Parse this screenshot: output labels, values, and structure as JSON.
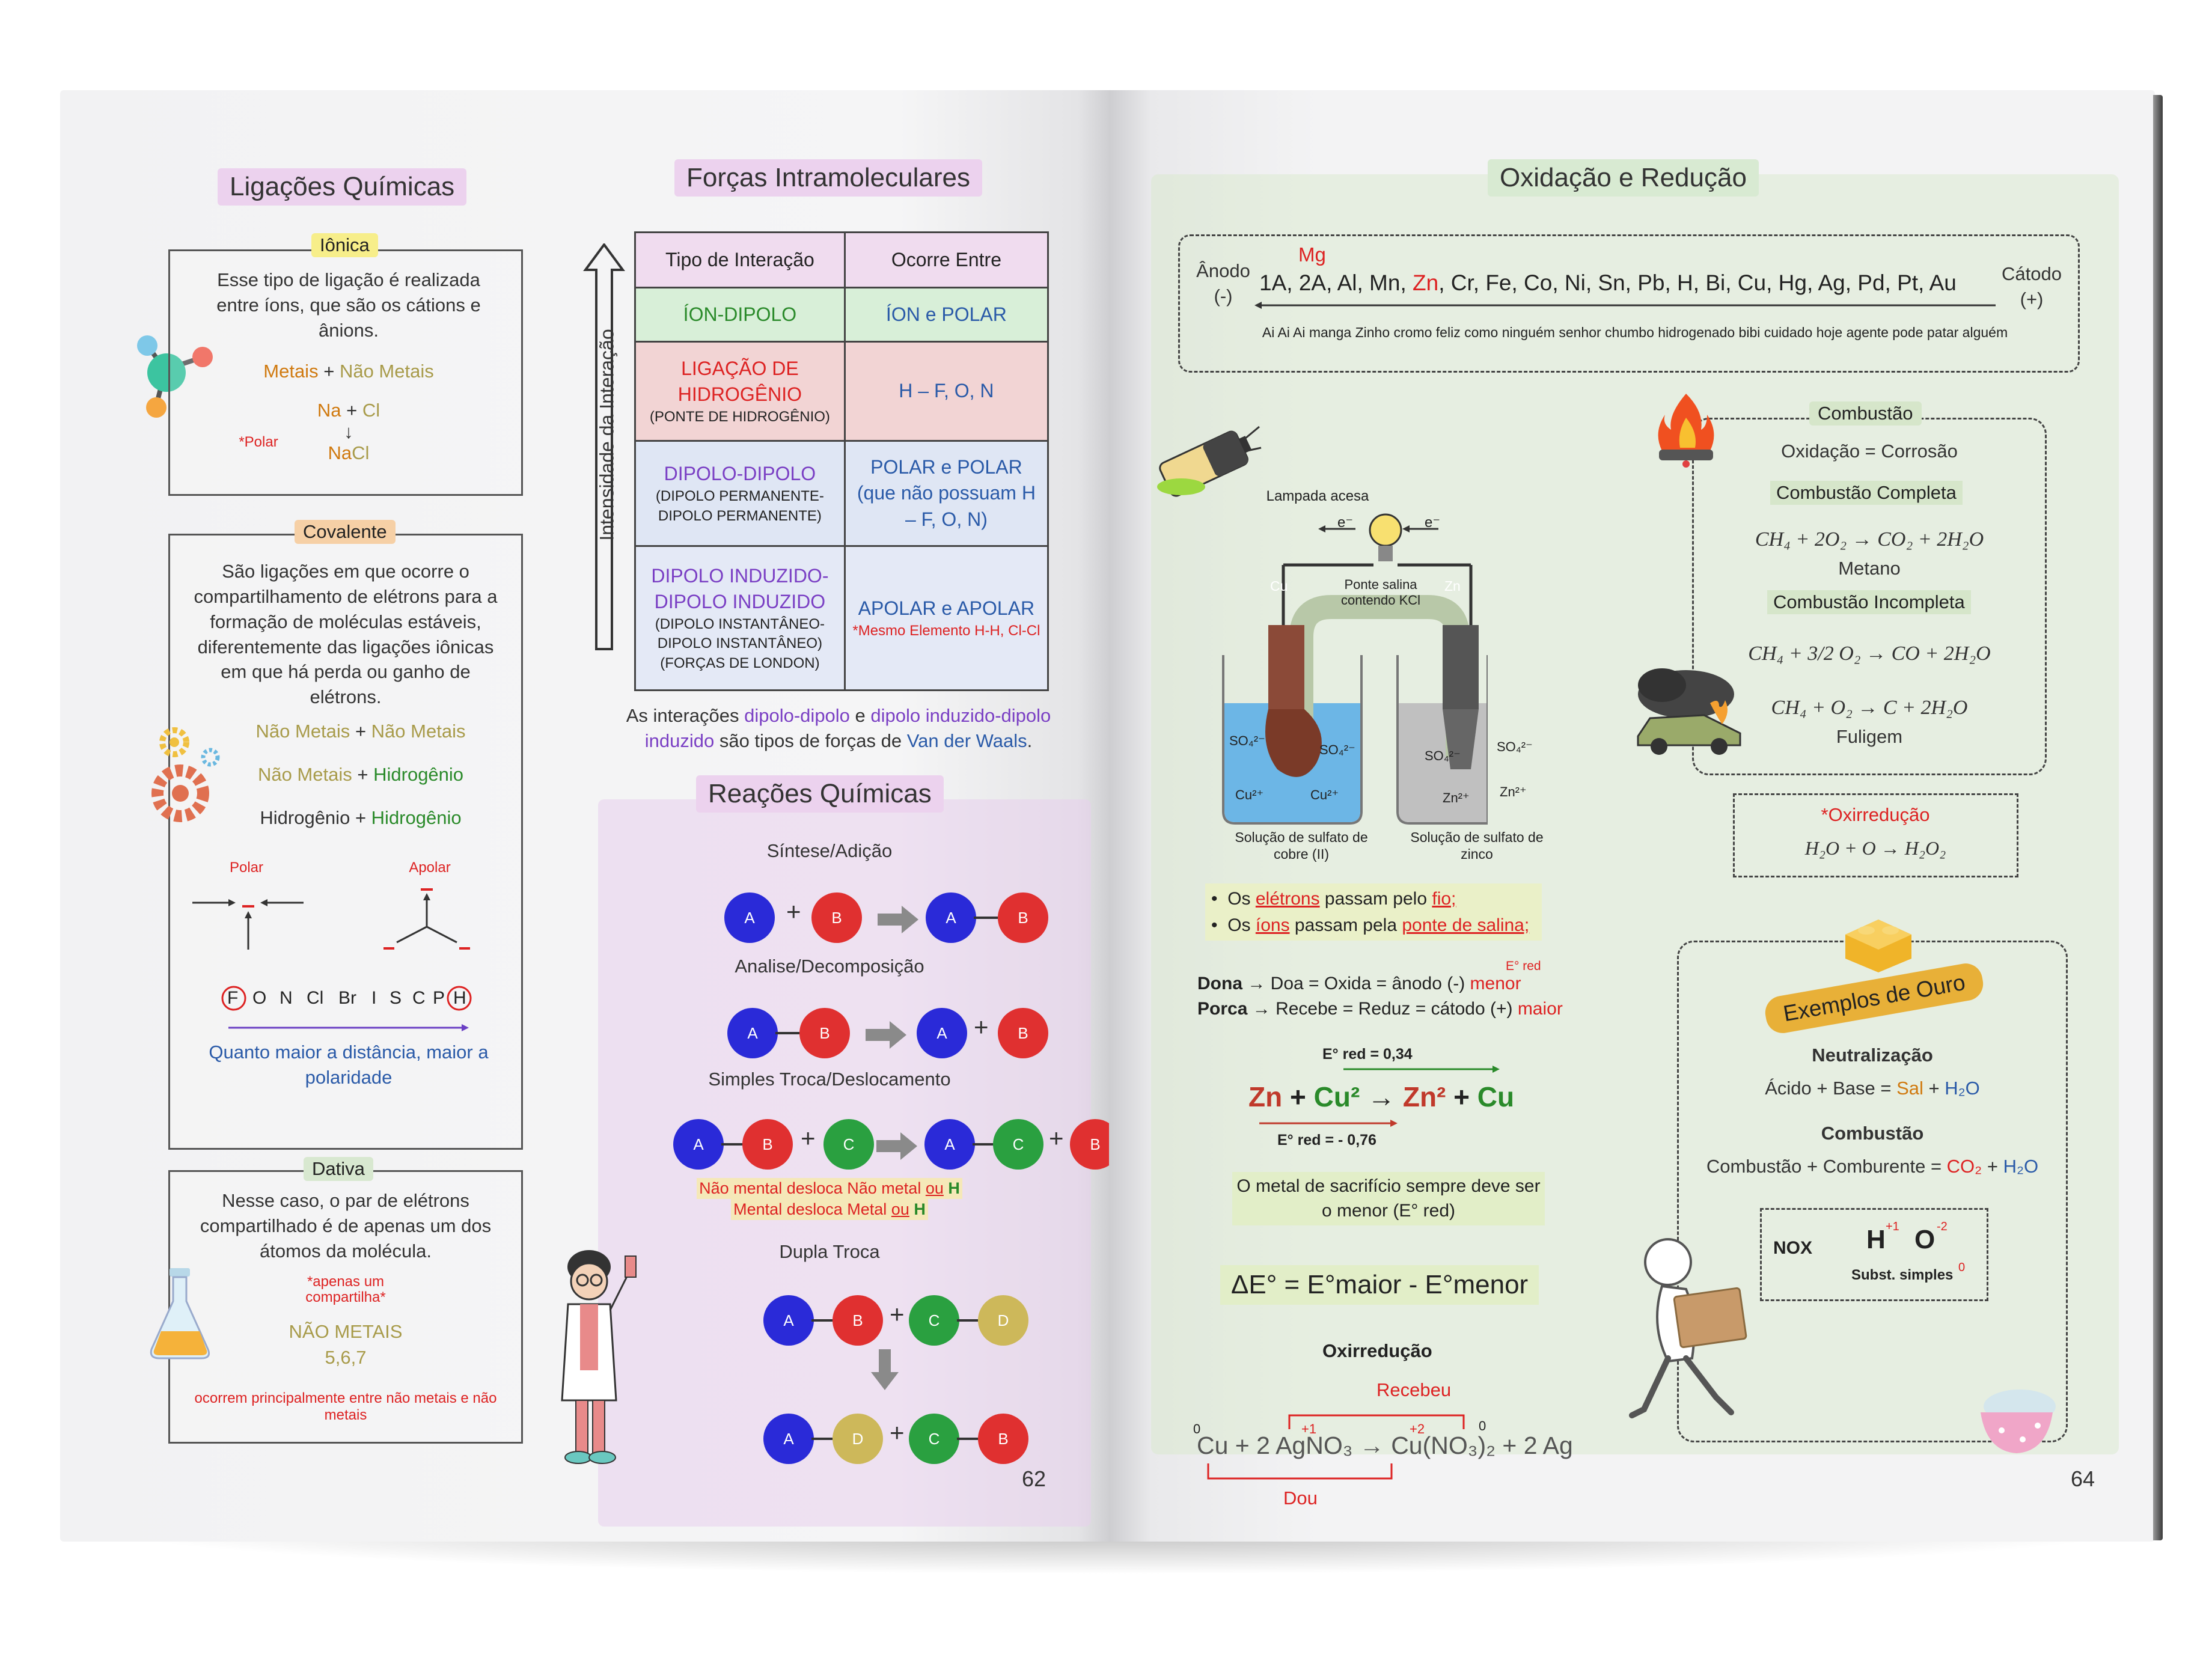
{
  "left_page": {
    "page_number": "62",
    "ligacoes": {
      "title": "Ligações Químicas",
      "ionica": {
        "legend": "Iônica",
        "text": "Esse tipo de ligação é realizada entre íons, que são os cátions e ânions.",
        "formula_metais": "Metais",
        "plus": "+",
        "formula_nao_metais": "Não Metais",
        "na": "Na",
        "cl": "Cl",
        "arrow": "↓",
        "nacl_na": "Na",
        "nacl_cl": "Cl",
        "polar_note": "*Polar"
      },
      "covalente": {
        "legend": "Covalente",
        "text": "São ligações em que ocorre o compartilhamento de elétrons para a formação de moléculas estáveis, diferentemente das ligações iônicas em que há perda ou ganho de elétrons.",
        "row1_a": "Não Metais",
        "row1_b": "Não Metais",
        "row2_a": "Não Metais",
        "row2_b": "Hidrogênio",
        "row3_a": "Hidrogênio",
        "row3_b": "Hidrogênio",
        "plus": "+",
        "polar": "Polar",
        "apolar": "Apolar",
        "electro_series": [
          "F",
          "O",
          "N",
          "Cl",
          "Br",
          "I",
          "S",
          "C",
          "P",
          "H"
        ],
        "distance_note": "Quanto maior a distância, maior a polaridade"
      },
      "dativa": {
        "legend": "Dativa",
        "text": "Nesse caso, o par de elétrons compartilhado é de apenas um dos átomos da molécula.",
        "note": "*apenas um compartilha*",
        "nao_metais": "NÃO METAIS",
        "families": "5,6,7",
        "footer": "ocorrem principalmente entre não metais e não metais"
      }
    },
    "forcas": {
      "title": "Forças Intramoleculares",
      "axis_label": "Intensidade da Interação",
      "header": [
        "Tipo de Interação",
        "Ocorre Entre"
      ],
      "rows": [
        {
          "type": "ÍON-DIPOLO",
          "type_sub": "",
          "between": "ÍON e POLAR",
          "between_sub": ""
        },
        {
          "type": "LIGAÇÃO DE HIDROGÊNIO",
          "type_sub": "(PONTE DE HIDROGÊNIO)",
          "between": "H – F, O, N",
          "between_sub": ""
        },
        {
          "type": "DIPOLO-DIPOLO",
          "type_sub": "(DIPOLO PERMANENTE-DIPOLO PERMANENTE)",
          "between": "POLAR e POLAR (que não possuam H – F, O, N)",
          "between_sub": ""
        },
        {
          "type": "DIPOLO INDUZIDO-DIPOLO INDUZIDO",
          "type_sub": "(DIPOLO INSTANTÂNEO-DIPOLO INSTANTÂNEO) (FORÇAS DE LONDON)",
          "between": "APOLAR e APOLAR",
          "between_sub": "*Mesmo Elemento H-H, Cl-Cl"
        }
      ],
      "note_p1": "As interações ",
      "note_dd": "dipolo-dipolo",
      "note_p2": " e ",
      "note_di": "dipolo induzido-dipolo induzido",
      "note_p3": " são tipos de forças de ",
      "note_vdw": "Van der Waals",
      "note_p4": "."
    },
    "reacoes": {
      "title": "Reações Químicas",
      "sintese": "Síntese/Adição",
      "analise": "Analise/Decomposição",
      "simples": "Simples Troca/Deslocamento",
      "simples_note1_a": "Não mental desloca Não metal ",
      "simples_note1_ou": "ou",
      "simples_note1_h": " H",
      "simples_note2_a": "Mental desloca Metal ",
      "simples_note2_ou": "ou",
      "simples_note2_h": " H",
      "dupla": "Dupla Troca",
      "A": "A",
      "B": "B",
      "C": "C",
      "D": "D",
      "plus": "+"
    }
  },
  "right_page": {
    "page_number": "64",
    "title": "Oxidação e Redução",
    "reactivity": {
      "anodo": "Ânodo",
      "anodo_sign": "(-)",
      "catodo": "Cátodo",
      "catodo_sign": "(+)",
      "mg": "Mg",
      "series_a": "1A, 2A, Al, Mn, ",
      "series_zn": "Zn",
      "series_b": ", Cr, Fe, Co, Ni, Sn, Pb, H, Bi, Cu, Hg, Ag, Pd, Pt, Au",
      "mnemonic": "Ai Ai Ai manga Zinho cromo feliz como ninguém senhor chumbo hidrogenado bibi cuidado hoje agente pode patar alguém"
    },
    "pile": {
      "lamp": "Lampada acesa",
      "e1": "e⁻",
      "e2": "e⁻",
      "bridge": "Ponte salina contendo KCl",
      "cu": "Cu",
      "zn": "Zn",
      "so4": "SO₄²⁻",
      "cu2": "Cu²⁺",
      "zn2": "Zn²⁺",
      "sol_cu": "Solução de sulfato de cobre (II)",
      "sol_zn": "Solução de sulfato de zinco"
    },
    "bullets": {
      "b1_a": "Os ",
      "b1_u1": "elétrons",
      "b1_b": " passam pelo ",
      "b1_u2": "fio;",
      "b2_a": "Os ",
      "b2_u1": "íons",
      "b2_b": " passam pela ",
      "b2_u2": "ponte de salina;"
    },
    "dona_porca": {
      "ered": "E° red",
      "dona": "Dona",
      "dona_text": "Doa = Oxida = ânodo (-) ",
      "menor": "menor",
      "porca": "Porca",
      "porca_text": "Recebe = Reduz = cátodo (+) ",
      "maior": "maior"
    },
    "equation": {
      "ered_top": "E° red = 0,34",
      "zn": "Zn",
      "plus1": "+",
      "cu2": "Cu²",
      "arrow": "→",
      "zn2": "Zn²",
      "plus2": "+",
      "cu": "Cu",
      "ered_bottom": "E°  red = - 0,76"
    },
    "sacrificio": "O metal de sacrifício sempre deve ser o menor (E° red)",
    "delta": "ΔE° = E°maior - E°menor",
    "oxirreducao": {
      "title": "Oxirredução",
      "recebeu": "Recebeu",
      "equation": "Cu + 2 AgNO₃ → Cu(NO₃)₂ + 2 Ag",
      "n0a": "0",
      "n1": "+1",
      "n2": "+2",
      "n0b": "0",
      "dou": "Dou"
    },
    "combustao": {
      "legend": "Combustão",
      "oxidacao": "Oxidação = Corrosão",
      "completa": "Combustão Completa",
      "completa_eq": "CH₄ + 2O₂ → CO₂ + 2H₂O",
      "metano": "Metano",
      "incompleta": "Combustão Incompleta",
      "incompleta_eq1": "CH₄ + 3/2 O₂ → CO + 2H₂O",
      "incompleta_eq2": "CH₄ + O₂ → C + 2H₂O",
      "fuligem": "Fuligem"
    },
    "oxirreducao_box": {
      "title": "*Oxirredução",
      "eq": "H₂O + O → H₂O₂"
    },
    "ouro": {
      "ribbon": "Exemplos de Ouro",
      "neutralizacao": "Neutralização",
      "neut_a": "Ácido + Base = ",
      "sal": "Sal",
      "plus": " + ",
      "h2o": "H₂O",
      "combustao": "Combustão",
      "comb_a": "Combustão + Comburente = ",
      "co2": "CO₂",
      "nox": "NOX",
      "h": "H",
      "h_nox": "+1",
      "o": "O",
      "o_nox": "-2",
      "subst": "Subst. simples",
      "subst_nox": "0"
    }
  },
  "colors": {
    "title_pink": "#ecd2ee",
    "title_green": "#d8ead2",
    "ionica_legend": "#f7ee8a",
    "covalente_legend": "#f6d0a6",
    "dativa_legend": "#d8e8d0",
    "ball_A": "#2a2ad8",
    "ball_B": "#e03030",
    "ball_C": "#2aa040",
    "ball_D": "#cdb85a"
  }
}
